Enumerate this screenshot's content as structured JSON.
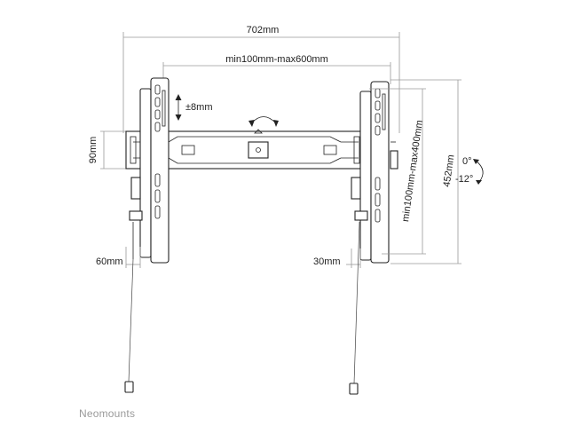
{
  "dimensions": {
    "overall_width": "702mm",
    "vesa_width": "min100mm-max600mm",
    "vertical_adjust": "±8mm",
    "vesa_height": "min100mm-max400mm",
    "overall_height": "452mm",
    "bracket_height": "90mm",
    "depth_left": "60mm",
    "depth_right": "30mm"
  },
  "tilt": {
    "max": "0°",
    "min": "-12°"
  },
  "brand": "Neomounts"
}
